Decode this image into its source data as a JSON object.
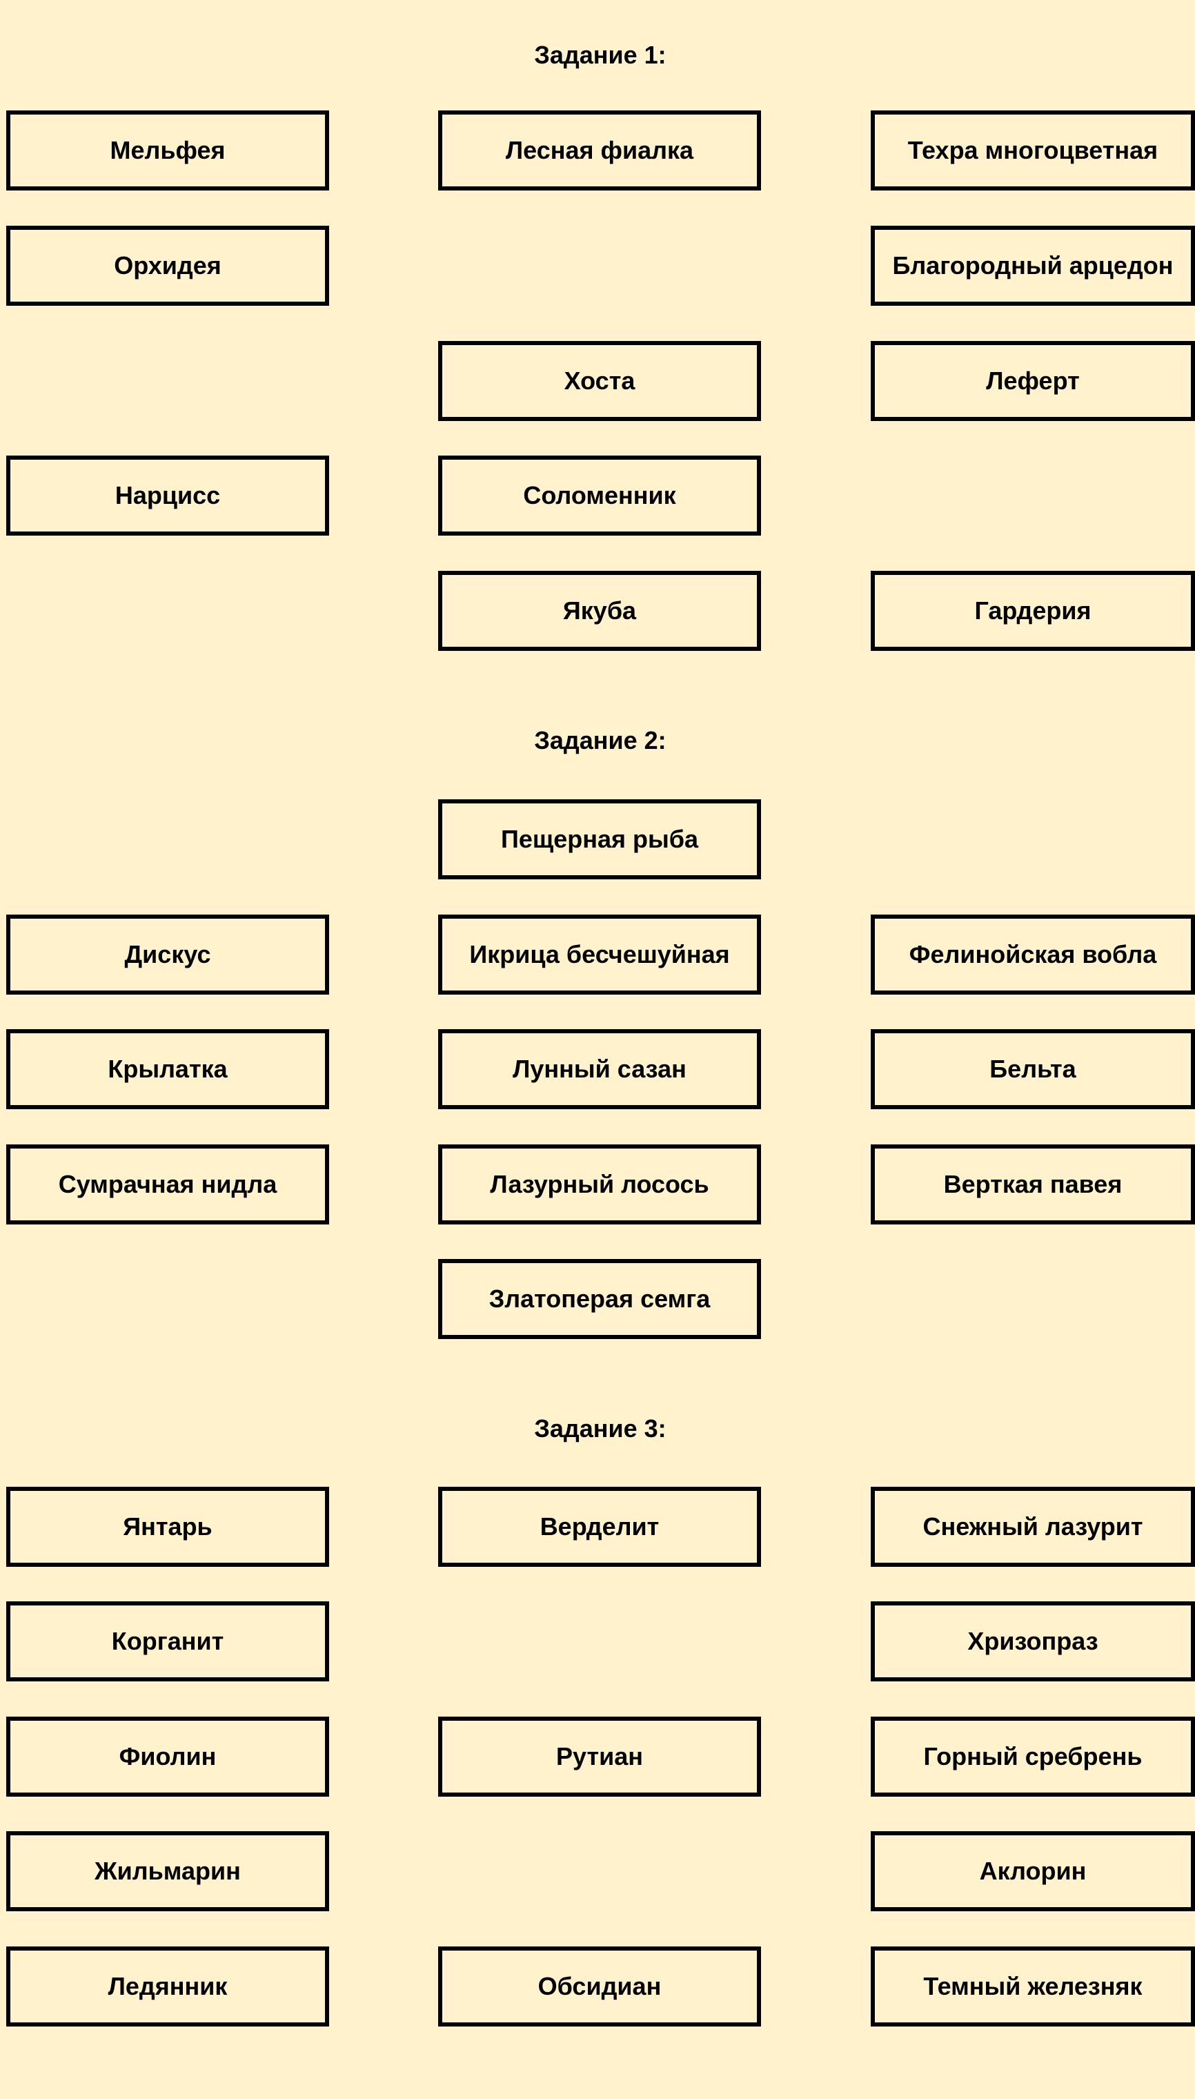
{
  "task1": {
    "title": "Задание 1:",
    "row1": {
      "col1": "Мельфея",
      "col2": "Лесная фиалка",
      "col3": "Техра многоцветная"
    },
    "row2": {
      "col1": "Орхидея",
      "col3": "Благородный арцедон"
    },
    "row3": {
      "col2": "Хоста",
      "col3": "Леферт"
    },
    "row4": {
      "col1": "Нарцисс",
      "col2": "Соломенник"
    },
    "row5": {
      "col2": "Якуба",
      "col3": "Гардерия"
    }
  },
  "task2": {
    "title": "Задание 2:",
    "row1": {
      "col2": "Пещерная рыба"
    },
    "row2": {
      "col1": "Дискус",
      "col2": "Икрица бесчешуйная",
      "col3": "Фелинойская вобла"
    },
    "row3": {
      "col1": "Крылатка",
      "col2": "Лунный сазан",
      "col3": "Бельта"
    },
    "row4": {
      "col1": "Сумрачная нидла",
      "col2": "Лазурный лосось",
      "col3": "Верткая павея"
    },
    "row5": {
      "col2": "Златоперая семга"
    }
  },
  "task3": {
    "title": "Задание 3:",
    "row1": {
      "col1": "Янтарь",
      "col2": "Верделит",
      "col3": "Снежный лазурит"
    },
    "row2": {
      "col1": "Корганит",
      "col3": "Хризопраз"
    },
    "row3": {
      "col1": "Фиолин",
      "col2": "Рутиан",
      "col3": "Горный сребрень"
    },
    "row4": {
      "col1": "Жильмарин",
      "col3": "Аклорин"
    },
    "row5": {
      "col1": "Ледянник",
      "col2": "Обсидиан",
      "col3": "Темный железняк"
    }
  }
}
